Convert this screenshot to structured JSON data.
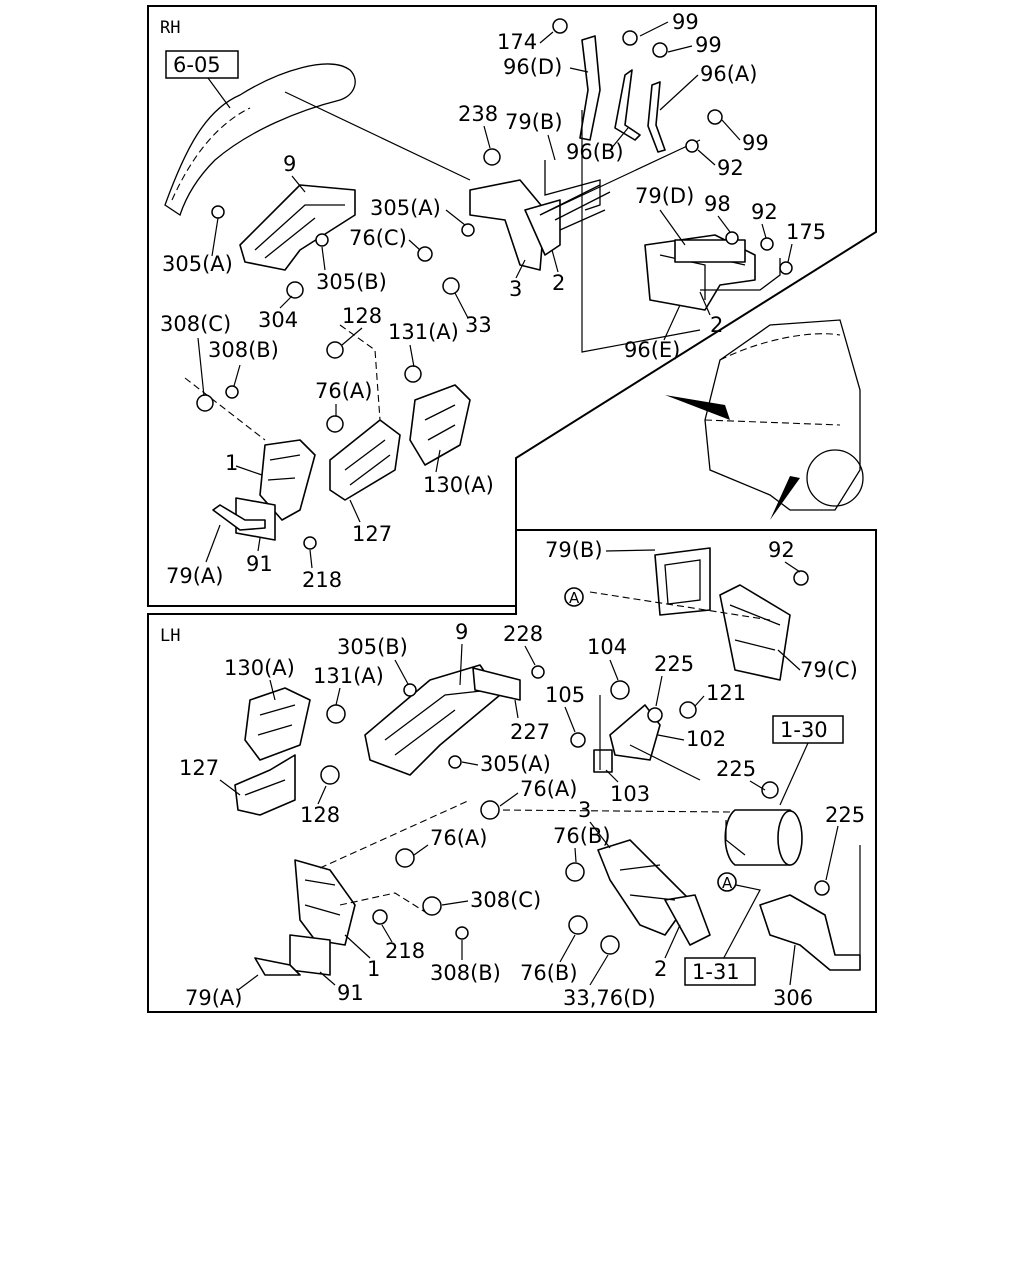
{
  "sections": {
    "rh": "RH",
    "lh": "LH"
  },
  "refs": {
    "r605": "6-05",
    "r130": "1-30",
    "r131": "1-31"
  },
  "circle_marker": "A",
  "labels": {
    "rh": {
      "l174": "174",
      "l99a": "99",
      "l99b": "99",
      "l96d": "96(D)",
      "l96a": "96(A)",
      "l238": "238",
      "l79b": "79(B)",
      "l96b": "96(B)",
      "l99c": "99",
      "l92a": "92",
      "l9": "9",
      "l305a1": "305(A)",
      "l76c": "76(C)",
      "l79d": "79(D)",
      "l98": "98",
      "l92b": "92",
      "l175": "175",
      "l305a2": "305(A)",
      "l305b": "305(B)",
      "l3": "3",
      "l2a": "2",
      "l304": "304",
      "l33": "33",
      "l2b": "2",
      "l308c": "308(C)",
      "l128": "128",
      "l131a": "131(A)",
      "l96e": "96(E)",
      "l308b": "308(B)",
      "l76a": "76(A)",
      "l1": "1",
      "l130a": "130(A)",
      "l127": "127",
      "l91": "91",
      "l79a": "79(A)",
      "l218": "218"
    },
    "lh": {
      "l79b": "79(B)",
      "l92": "92",
      "l79c": "79(C)",
      "l305b": "305(B)",
      "l9": "9",
      "l228": "228",
      "l130a": "130(A)",
      "l131a": "131(A)",
      "l104": "104",
      "l225a": "225",
      "l121": "121",
      "l105": "105",
      "l227": "227",
      "l102": "102",
      "l127": "127",
      "l305a": "305(A)",
      "l103": "103",
      "l225b": "225",
      "l128": "128",
      "l76a1": "76(A)",
      "l225c": "225",
      "l76a2": "76(A)",
      "l3": "3",
      "l76b1": "76(B)",
      "l308c": "308(C)",
      "l218": "218",
      "l308b": "308(B)",
      "l76b2": "76(B)",
      "l2": "2",
      "l1": "1",
      "l79a": "79(A)",
      "l91": "91",
      "l3376d": "33,76(D)",
      "l306": "306"
    }
  }
}
